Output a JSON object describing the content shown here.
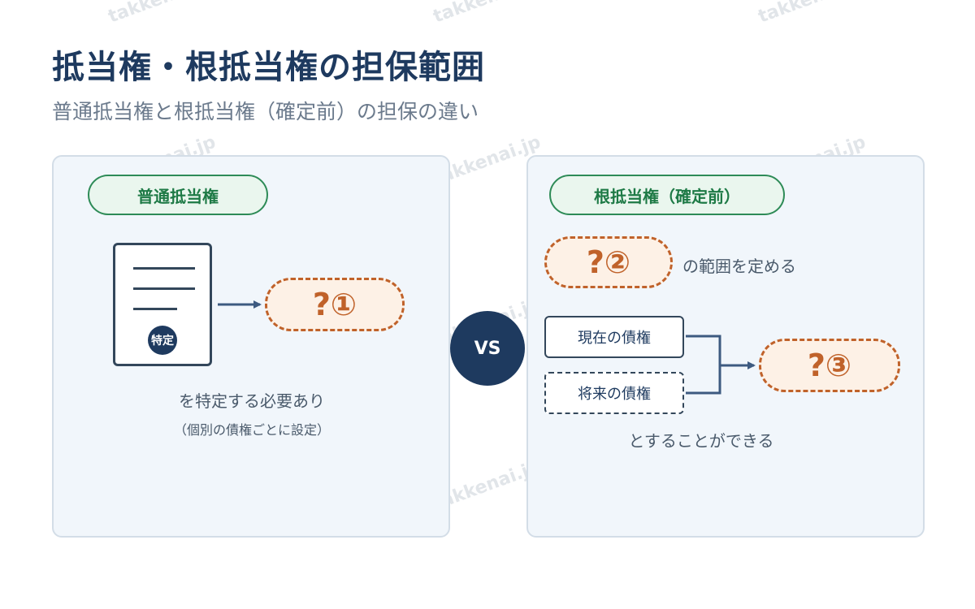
{
  "header": {
    "title": "抵当権・根抵当権の担保範囲",
    "subtitle": "普通抵当権と根抵当権（確定前）の担保の違い"
  },
  "left": {
    "label": "普通抵当権",
    "doc_badge": "特定",
    "question": "?①",
    "caption": "を特定する必要あり",
    "note": "（個別の債権ごとに設定）"
  },
  "vs": "VS",
  "right": {
    "label": "根抵当権（確定前）",
    "question_top": "?②",
    "range_text": "の範囲を定める",
    "current_claim": "現在の債権",
    "future_claim": "将来の債権",
    "question_result": "?③",
    "caption": "とすることができる"
  },
  "watermark": "takkenai.jp",
  "colors": {
    "navy": "#1e3a5f",
    "green": "#2e8b57",
    "orange": "#c0622a"
  }
}
